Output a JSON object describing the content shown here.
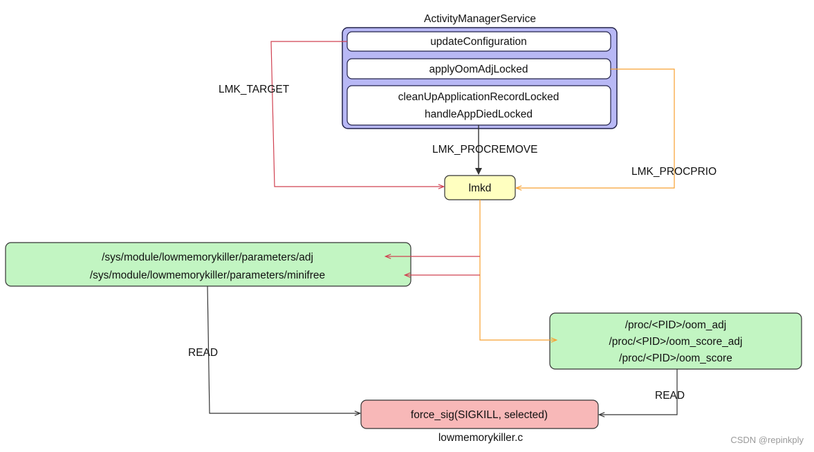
{
  "ams": {
    "title": "ActivityManagerService",
    "methods": {
      "update_configuration": "updateConfiguration",
      "apply_oom_adj_locked": "applyOomAdjLocked",
      "clean_up_application_record_locked": "cleanUpApplicationRecordLocked",
      "handle_app_died_locked": "handleAppDiedLocked"
    }
  },
  "lmkd": {
    "label": "lmkd"
  },
  "sys_params": {
    "adj": "/sys/module/lowmemorykiller/parameters/adj",
    "minifree": "/sys/module/lowmemorykiller/parameters/minifree"
  },
  "proc_files": {
    "oom_adj": "/proc/<PID>/oom_adj",
    "oom_score_adj": "/proc/<PID>/oom_score_adj",
    "oom_score": "/proc/<PID>/oom_score"
  },
  "kill": {
    "call": "force_sig(SIGKILL, selected)",
    "source_file": "lowmemorykiller.c"
  },
  "edges": {
    "lmk_target": "LMK_TARGET",
    "lmk_procremove": "LMK_PROCREMOVE",
    "lmk_procprio": "LMK_PROCPRIO",
    "read_sys": "READ",
    "read_proc": "READ"
  },
  "watermark": "CSDN @repinkply",
  "colors": {
    "ams_fill": "#b8b8f5",
    "ams_border": "#22224a",
    "method_fill": "#ffffff",
    "lmkd_fill": "#ffffc0",
    "green_fill": "#c2f5c2",
    "kill_fill": "#f8b8b8",
    "red_arrow": "#d04050",
    "orange_arrow": "#f8a030",
    "dark_arrow": "#333333"
  }
}
